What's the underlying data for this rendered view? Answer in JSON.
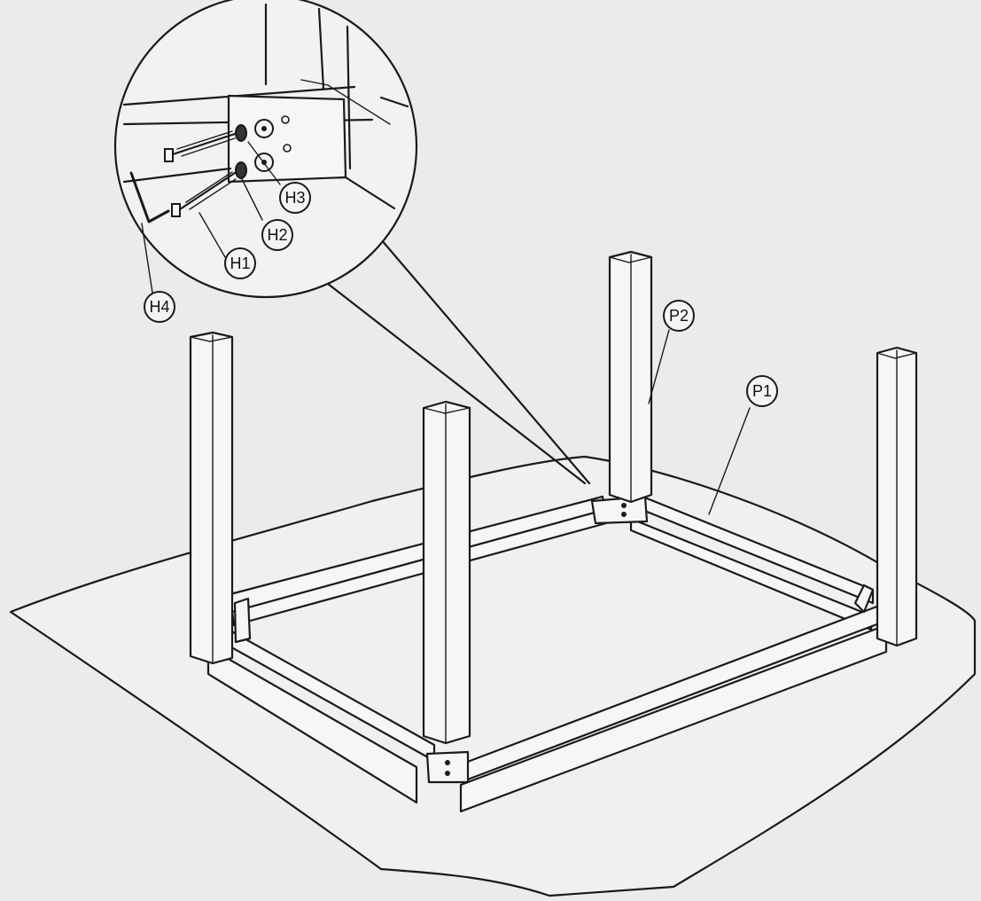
{
  "diagram": {
    "type": "assembly-instruction",
    "parts": {
      "p1": "P1",
      "p2": "P2"
    },
    "hardware": {
      "h1": "H1",
      "h2": "H2",
      "h3": "H3",
      "h4": "H4"
    }
  }
}
